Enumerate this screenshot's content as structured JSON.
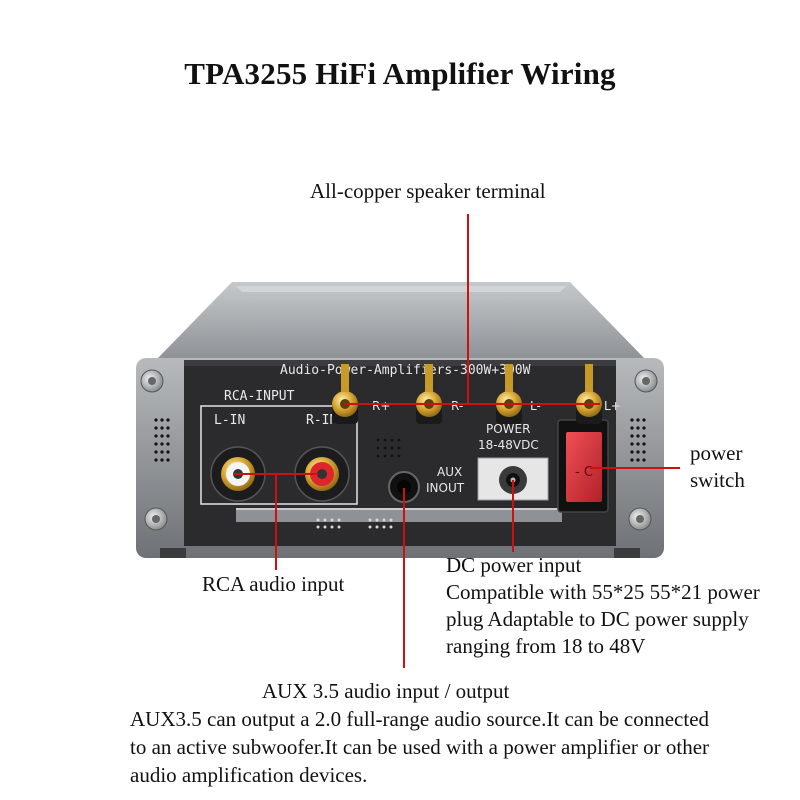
{
  "title": "TPA3255 HiFi Amplifier Wiring",
  "callouts": {
    "speaker_terminal": "All-copper speaker terminal",
    "power_switch_line1": "power",
    "power_switch_line2": "switch",
    "dc_input_title": "DC power input",
    "dc_input_desc": [
      "Compatible with 55*25  55*21 power",
      "plug Adaptable to DC power supply",
      "ranging from 18 to 48V"
    ],
    "rca_input": "RCA audio input",
    "aux_title": "AUX 3.5 audio input / output",
    "aux_desc": [
      "AUX3.5 can output a 2.0 full-range audio source.It can be connected",
      "to an active subwoofer.It can be used with a power amplifier or other",
      "audio amplification devices."
    ]
  },
  "panel_print": {
    "model_strip": "Audio-Power-Amplifiers-300W+300W",
    "rca_header": "RCA-INPUT",
    "l_in": "L-IN",
    "r_in": "R-IN",
    "aux_line1": "AUX",
    "aux_line2": "INOUT",
    "power_line1": "POWER",
    "power_line2": "18-48VDC",
    "term_r_plus": "R+",
    "term_r_minus": "R-",
    "term_l_minus": "L-",
    "term_l_plus": "L+",
    "switch_marks": "- C"
  },
  "colors": {
    "leader_line": "#cc1111",
    "panel": "#2b2b2e",
    "chassis": "#a9acaf",
    "gold": "#d4a42c",
    "switch_red": "#d8333a"
  }
}
